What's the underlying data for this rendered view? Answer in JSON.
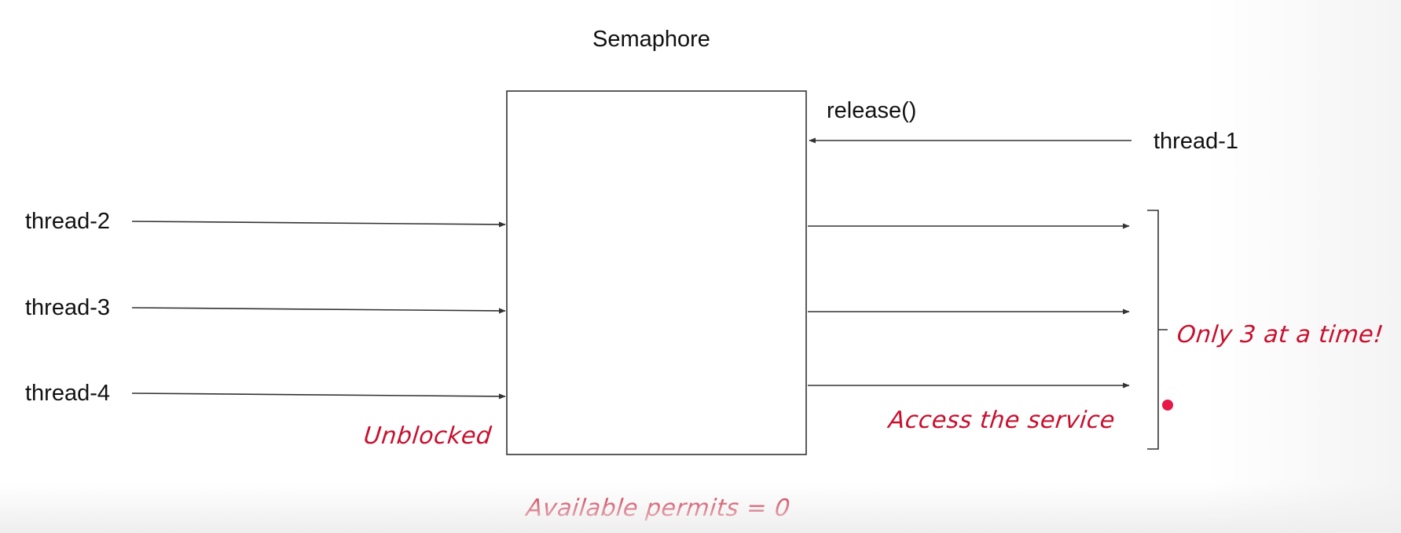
{
  "diagram": {
    "title": "Semaphore",
    "release_call": "release()",
    "releasing_thread": "thread-1",
    "waiting_threads": [
      "thread-2",
      "thread-3",
      "thread-4"
    ],
    "notes": {
      "unblocked": "Unblocked",
      "access": "Access the service",
      "limit": "Only 3 at a time!",
      "permits": "Available permits = 0"
    },
    "colors": {
      "line": "#333333",
      "text": "#111111",
      "annotation": "#c8102e",
      "pointer_dot": "#e8174a"
    }
  }
}
